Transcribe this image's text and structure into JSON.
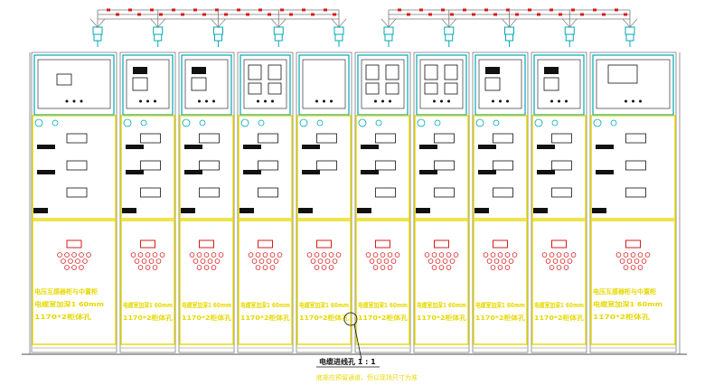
{
  "colors": {
    "frame": "#00a8b8",
    "panel_yellow": "#e6d800",
    "device_white": "#8a8a8a",
    "red": "#d81b1b",
    "gray": "#7a7a7a",
    "dark": "#111111"
  },
  "cabinets": [
    {
      "meter": "",
      "device_labels": [
        "",
        ""
      ],
      "bottom_text": [
        "电压互感器柜与中置柜",
        "电缆室加深1 60mm",
        "1170*2柜体孔"
      ]
    },
    {
      "meter": "",
      "device_labels": [
        "",
        ""
      ],
      "bottom_text": [
        "电缆室加深1 60mm",
        "1170*2柜体孔"
      ]
    },
    {
      "meter": "",
      "device_labels": [
        "",
        ""
      ],
      "bottom_text": [
        "电缆室加深1 60mm",
        "1170*2柜体孔"
      ]
    },
    {
      "meter": "",
      "device_labels": [
        "",
        ""
      ],
      "bottom_text": [
        "电缆室加深1 60mm",
        "1170*2柜体孔"
      ]
    },
    {
      "meter": "",
      "device_labels": [
        ""
      ],
      "bottom_text": [
        "电缆室加深1 60mm",
        "1170*2柜体孔"
      ]
    },
    {
      "meter": "",
      "device_labels": [
        "",
        ""
      ],
      "bottom_text": [
        "电缆室加深1 60mm",
        "1170*2柜体孔"
      ]
    },
    {
      "meter": "",
      "device_labels": [
        "",
        ""
      ],
      "bottom_text": [
        "电缆室加深1 60mm",
        "1170*2柜体孔"
      ]
    },
    {
      "meter": "",
      "device_labels": [
        "",
        ""
      ],
      "bottom_text": [
        "电缆室加深1 60mm",
        "1170*2柜体孔"
      ]
    },
    {
      "meter": "",
      "device_labels": [
        "",
        ""
      ],
      "bottom_text": [
        "电缆室加深1 60mm",
        "1170*2柜体孔"
      ]
    },
    {
      "meter": "",
      "device_labels": [
        "",
        ""
      ],
      "bottom_text": [
        "电压互感器柜与中置柜",
        "电缆室加深1 60mm",
        "1170*2柜体孔"
      ]
    }
  ],
  "callout": {
    "title": "电缆进线孔 1 : 1",
    "note": "底部应预留通道，但以现场尺寸为准"
  },
  "busbar_groups": 2,
  "connectors_per_group": 5
}
